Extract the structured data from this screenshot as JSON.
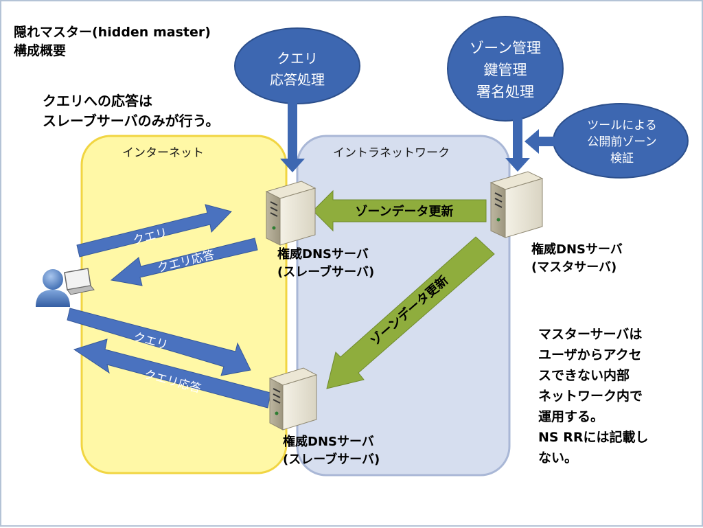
{
  "title": {
    "line1": "隠れマスター(hidden master)",
    "line2": "構成概要"
  },
  "note": {
    "line1": "クエリへの応答は",
    "line2": "スレーブサーバのみが行う。"
  },
  "zones": {
    "internet": "インターネット",
    "intranet": "イントラネットワーク"
  },
  "bubbles": {
    "query_processing": [
      "クエリ",
      "応答処理"
    ],
    "zone_management": [
      "ゾーン管理",
      "鍵管理",
      "署名処理"
    ],
    "tool_verification": [
      "ツールによる",
      "公開前ゾーン",
      "検証"
    ]
  },
  "arrows": {
    "query": "クエリ",
    "query_response": "クエリ応答",
    "zone_update": "ゾーンデータ更新"
  },
  "servers": {
    "slave_top": [
      "権威DNSサーバ",
      "(スレーブサーバ)"
    ],
    "slave_bottom": [
      "権威DNSサーバ",
      "(スレーブサーバ)"
    ],
    "master": [
      "権威DNSサーバ",
      "(マスタサーバ)"
    ]
  },
  "master_note": [
    "マスターサーバは",
    "ユーザからアクセ",
    "スできない内部",
    "ネットワーク内で",
    "運用する。",
    "NS RRには記載し",
    "ない。"
  ],
  "icons": [
    "user-icon",
    "laptop-icon",
    "server-icon"
  ],
  "colors": {
    "internet_fill": "#fff8a6",
    "internet_border": "#f1d542",
    "intranet_fill": "#d6deef",
    "intranet_border": "#a9b7d6",
    "bubble": "#3d67b1",
    "blue_arrow": "#4a72bf",
    "green_arrow": "#8fad3d"
  }
}
